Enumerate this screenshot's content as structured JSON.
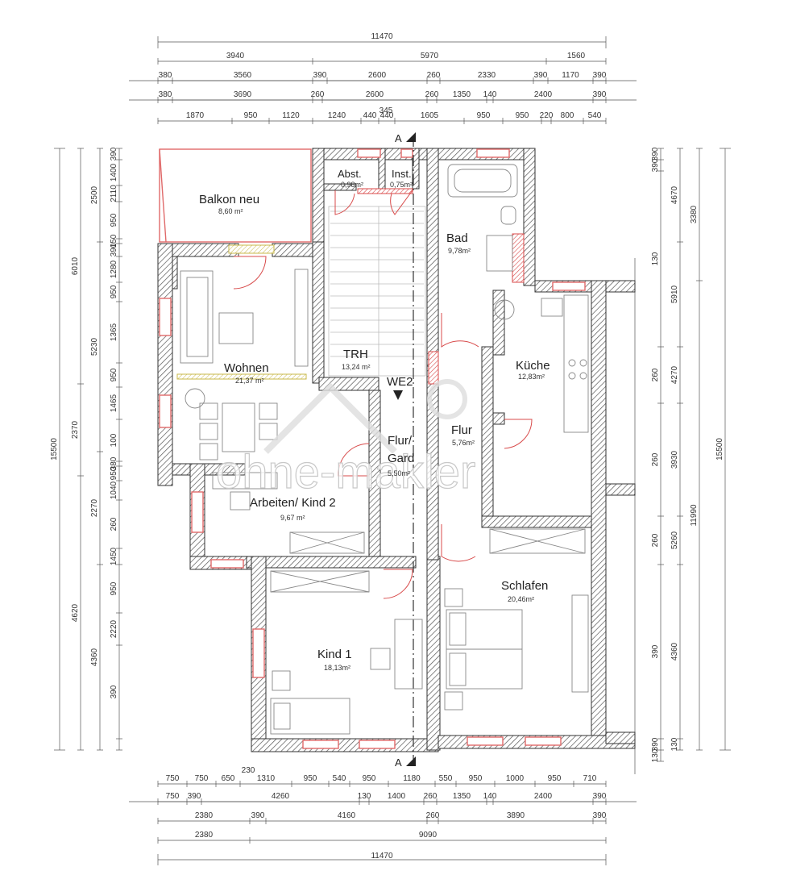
{
  "dimensions": {
    "top": {
      "overall": "11470",
      "row1": [
        "3940",
        "5970",
        "1560"
      ],
      "row2": [
        "380",
        "3560",
        "390",
        "2600",
        "260",
        "2330",
        "390",
        "1170",
        "390"
      ],
      "row3": [
        "380",
        "3690",
        "260",
        "2600",
        "260",
        "1350",
        "140",
        "2400",
        "390"
      ],
      "row4_extra": "345",
      "row4": [
        "1870",
        "950",
        "1120",
        "1240",
        "440",
        "440",
        "1605",
        "950",
        "950",
        "220",
        "800",
        "540"
      ]
    },
    "bottom": {
      "row1_extra": "230",
      "row1": [
        "750",
        "750",
        "650",
        "1310",
        "950",
        "540",
        "950",
        "1180",
        "550",
        "950",
        "1000",
        "950",
        "710"
      ],
      "row2": [
        "750",
        "390",
        "4260",
        "130",
        "1400",
        "260",
        "1350",
        "140",
        "2400",
        "390"
      ],
      "row3": [
        "2380",
        "390",
        "4160",
        "260",
        "3890",
        "390"
      ],
      "row4": [
        "2380",
        "9090"
      ],
      "overall": "11470"
    },
    "left": {
      "overall": "15500",
      "col1": [
        "6010",
        "2370",
        "4620"
      ],
      "col2": [
        "2500",
        "5230",
        "2270",
        "4360"
      ],
      "col3": [
        "390",
        "1400",
        "2110",
        "950",
        "150",
        "390",
        "1280",
        "950",
        "1365",
        "950",
        "1465",
        "100",
        "380",
        "950",
        "1040",
        "260",
        "1450",
        "950",
        "2220",
        "390"
      ]
    },
    "right": {
      "overall": "15500",
      "col1": [
        "3380",
        "11990"
      ],
      "col2": [
        "4670",
        "5910",
        "4270",
        "3930",
        "5260",
        "4360",
        "130"
      ],
      "col3": [
        "390",
        "390",
        "130",
        "260",
        "260",
        "260",
        "390",
        "390",
        "130"
      ]
    }
  },
  "section_marker": "A",
  "unit_label": "WE2",
  "rooms": [
    {
      "name": "Balkon neu",
      "area": "8,60 m²"
    },
    {
      "name": "Abst.",
      "area": "0,98m²"
    },
    {
      "name": "Inst.",
      "area": "0,75m²"
    },
    {
      "name": "Bad",
      "area": "9,78m²"
    },
    {
      "name": "TRH",
      "area": "13,24 m²"
    },
    {
      "name": "Wohnen",
      "area": "21,37 m²"
    },
    {
      "name": "Küche",
      "area": "12,83m²"
    },
    {
      "name": "Flur/",
      "name2": "Gard",
      "area": "5,50m²"
    },
    {
      "name": "Flur",
      "area": "5,76m²"
    },
    {
      "name": "Arbeiten/ Kind 2",
      "area": "9,67 m²"
    },
    {
      "name": "Schlafen",
      "area": "20,46m²"
    },
    {
      "name": "Kind 1",
      "area": "18,13m²"
    }
  ],
  "watermark": "ohne-makler",
  "colors": {
    "wall": "#444444",
    "hatch": "#777777",
    "window": "#e06a6a",
    "balcony": "#e06a6a"
  }
}
